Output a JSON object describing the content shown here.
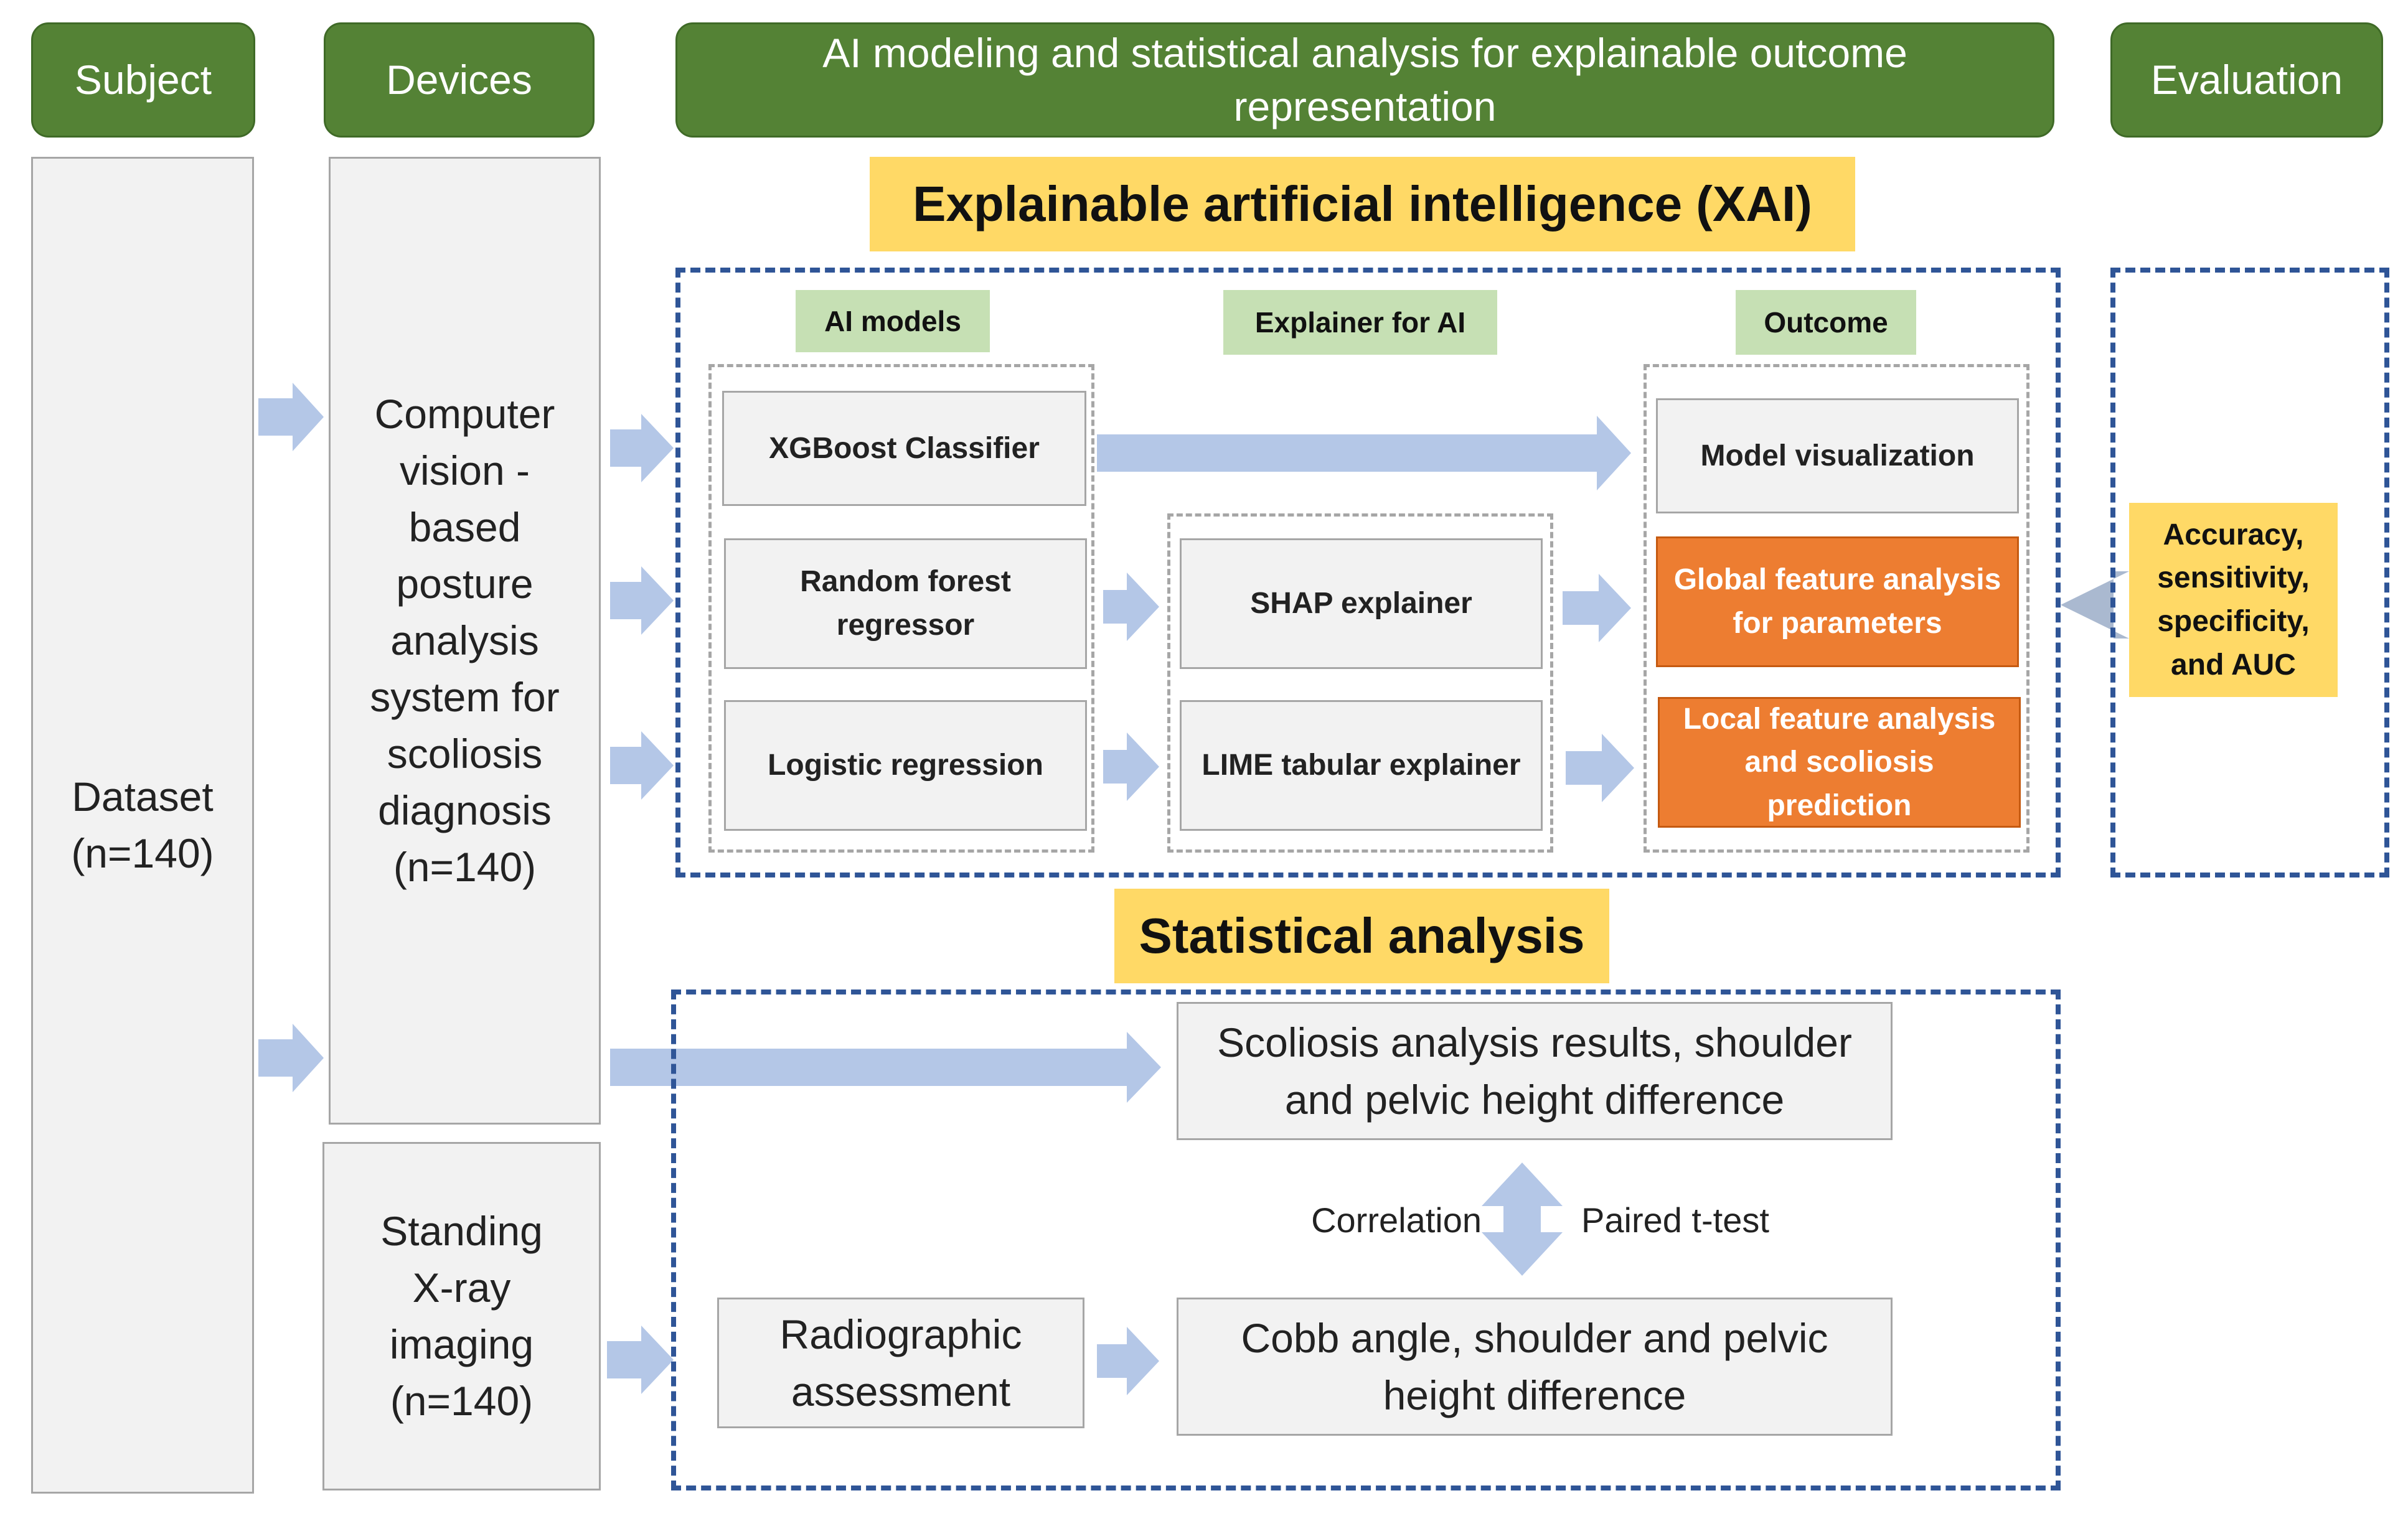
{
  "headers": {
    "subject": "Subject",
    "devices": "Devices",
    "modeling": "AI modeling and statistical analysis for explainable outcome representation",
    "evaluation": "Evaluation"
  },
  "subject": {
    "dataset": "Dataset (n=140)"
  },
  "devices": {
    "computer_vision": "Computer vision -based posture analysis system for scoliosis diagnosis (n=140)",
    "xray": "Standing X-ray imaging (n=140)"
  },
  "xai": {
    "title": "Explainable artificial intelligence (XAI)",
    "section_labels": {
      "models": "AI models",
      "explainer": "Explainer for AI",
      "outcome": "Outcome"
    },
    "models": [
      "XGBoost Classifier",
      "Random forest regressor",
      "Logistic regression"
    ],
    "explainers": [
      "SHAP explainer",
      "LIME tabular explainer"
    ],
    "outcomes": [
      "Model visualization",
      "Global feature analysis for parameters",
      "Local feature analysis and scoliosis prediction"
    ]
  },
  "evaluation": {
    "metrics": "Accuracy, sensitivity, specificity, and AUC"
  },
  "stats": {
    "title": "Statistical analysis",
    "cv_results": "Scoliosis analysis results, shoulder and pelvic height difference",
    "radiographic": "Radiographic assessment",
    "cobb": "Cobb angle, shoulder and pelvic height difference",
    "correlation": "Correlation",
    "ttest": "Paired t-test"
  },
  "colors": {
    "header_green": "#548235",
    "label_green": "#c6e0b4",
    "title_yellow": "#ffd966",
    "outcome_orange": "#ed7d31",
    "dashed_blue": "#2f5597",
    "arrow_blue": "#b4c7e7"
  }
}
